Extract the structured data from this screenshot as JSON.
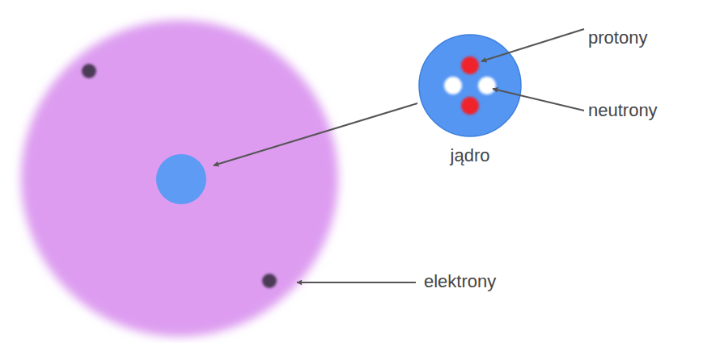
{
  "diagram": {
    "nodes": [
      {
        "text": [
          "jądro"
        ]
      }
    ],
    "labels": [
      "protony",
      "neutrony",
      "elektrony"
    ]
  }
}
